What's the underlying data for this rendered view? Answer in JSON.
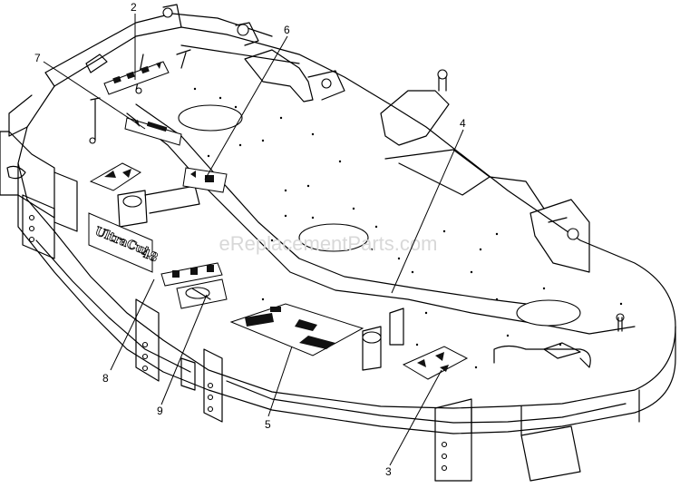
{
  "watermark": "eReplacementParts.com",
  "deck_brand": "UltraCut",
  "deck_size": "48",
  "callouts": [
    {
      "label": "2"
    },
    {
      "label": "7"
    },
    {
      "label": "6"
    },
    {
      "label": "4"
    },
    {
      "label": "8"
    },
    {
      "label": "9"
    },
    {
      "label": "5"
    },
    {
      "label": "3"
    }
  ]
}
